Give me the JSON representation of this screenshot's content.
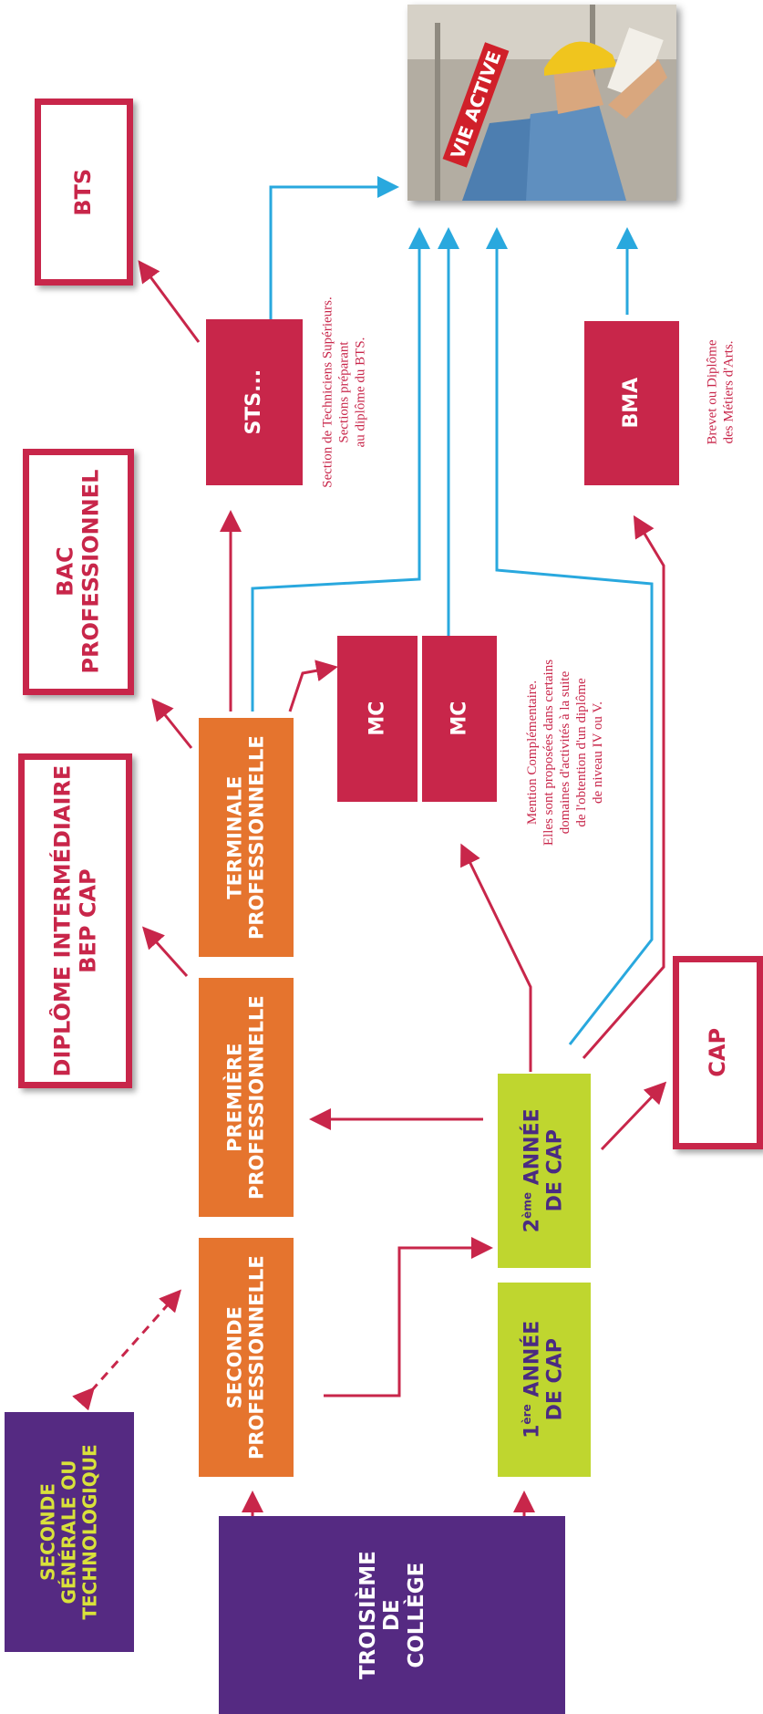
{
  "colors": {
    "crimson": "#c8264a",
    "orange": "#e5742e",
    "lime": "#bfd62f",
    "purple": "#552a82",
    "blue": "#29a8de",
    "yellow": "#d9e23a"
  },
  "boxes": {
    "troisieme": [
      "TROISIÈME",
      "DE",
      "COLLÈGE"
    ],
    "seconde_gt": [
      "SECONDE",
      "GÉNÉRALE OU",
      "TECHNOLOGIQUE"
    ],
    "seconde_pro": [
      "SECONDE",
      "PROFESSIONNELLE"
    ],
    "premiere_pro": [
      "PREMIÈRE",
      "PROFESSIONNELLE"
    ],
    "terminale_pro": [
      "TERMINALE",
      "PROFESSIONNELLE"
    ],
    "cap1": {
      "num": "1",
      "sup": "ère",
      "rest": " ANNÉE",
      "line2": "DE CAP"
    },
    "cap2": {
      "num": "2",
      "sup": "ème",
      "rest": " ANNÉE",
      "line2": "DE CAP"
    },
    "dipl_inter": [
      "DIPLÔME INTERMÉDIAIRE",
      "BEP CAP"
    ],
    "bac_pro": [
      "BAC",
      "PROFESSIONNEL"
    ],
    "bts": "BTS",
    "sts": "STS...",
    "mc1": "MC",
    "mc2": "MC",
    "bma": "BMA",
    "cap": "CAP",
    "vie_active": "VIE ACTIVE"
  },
  "notes": {
    "sts": [
      "Section de Techniciens Supérieurs.",
      "Sections préparant",
      "au diplôme du BTS."
    ],
    "mc": [
      "Mention Complémentaire.",
      "Elles sont proposées dans certains",
      "domaines d'activités à la suite",
      "de l'obtention d'un diplôme",
      "de niveau IV ou V."
    ],
    "bma": [
      "Brevet ou Diplôme",
      "des Métiers d'Arts."
    ]
  },
  "photo": {
    "icon": "construction-worker-photo"
  }
}
